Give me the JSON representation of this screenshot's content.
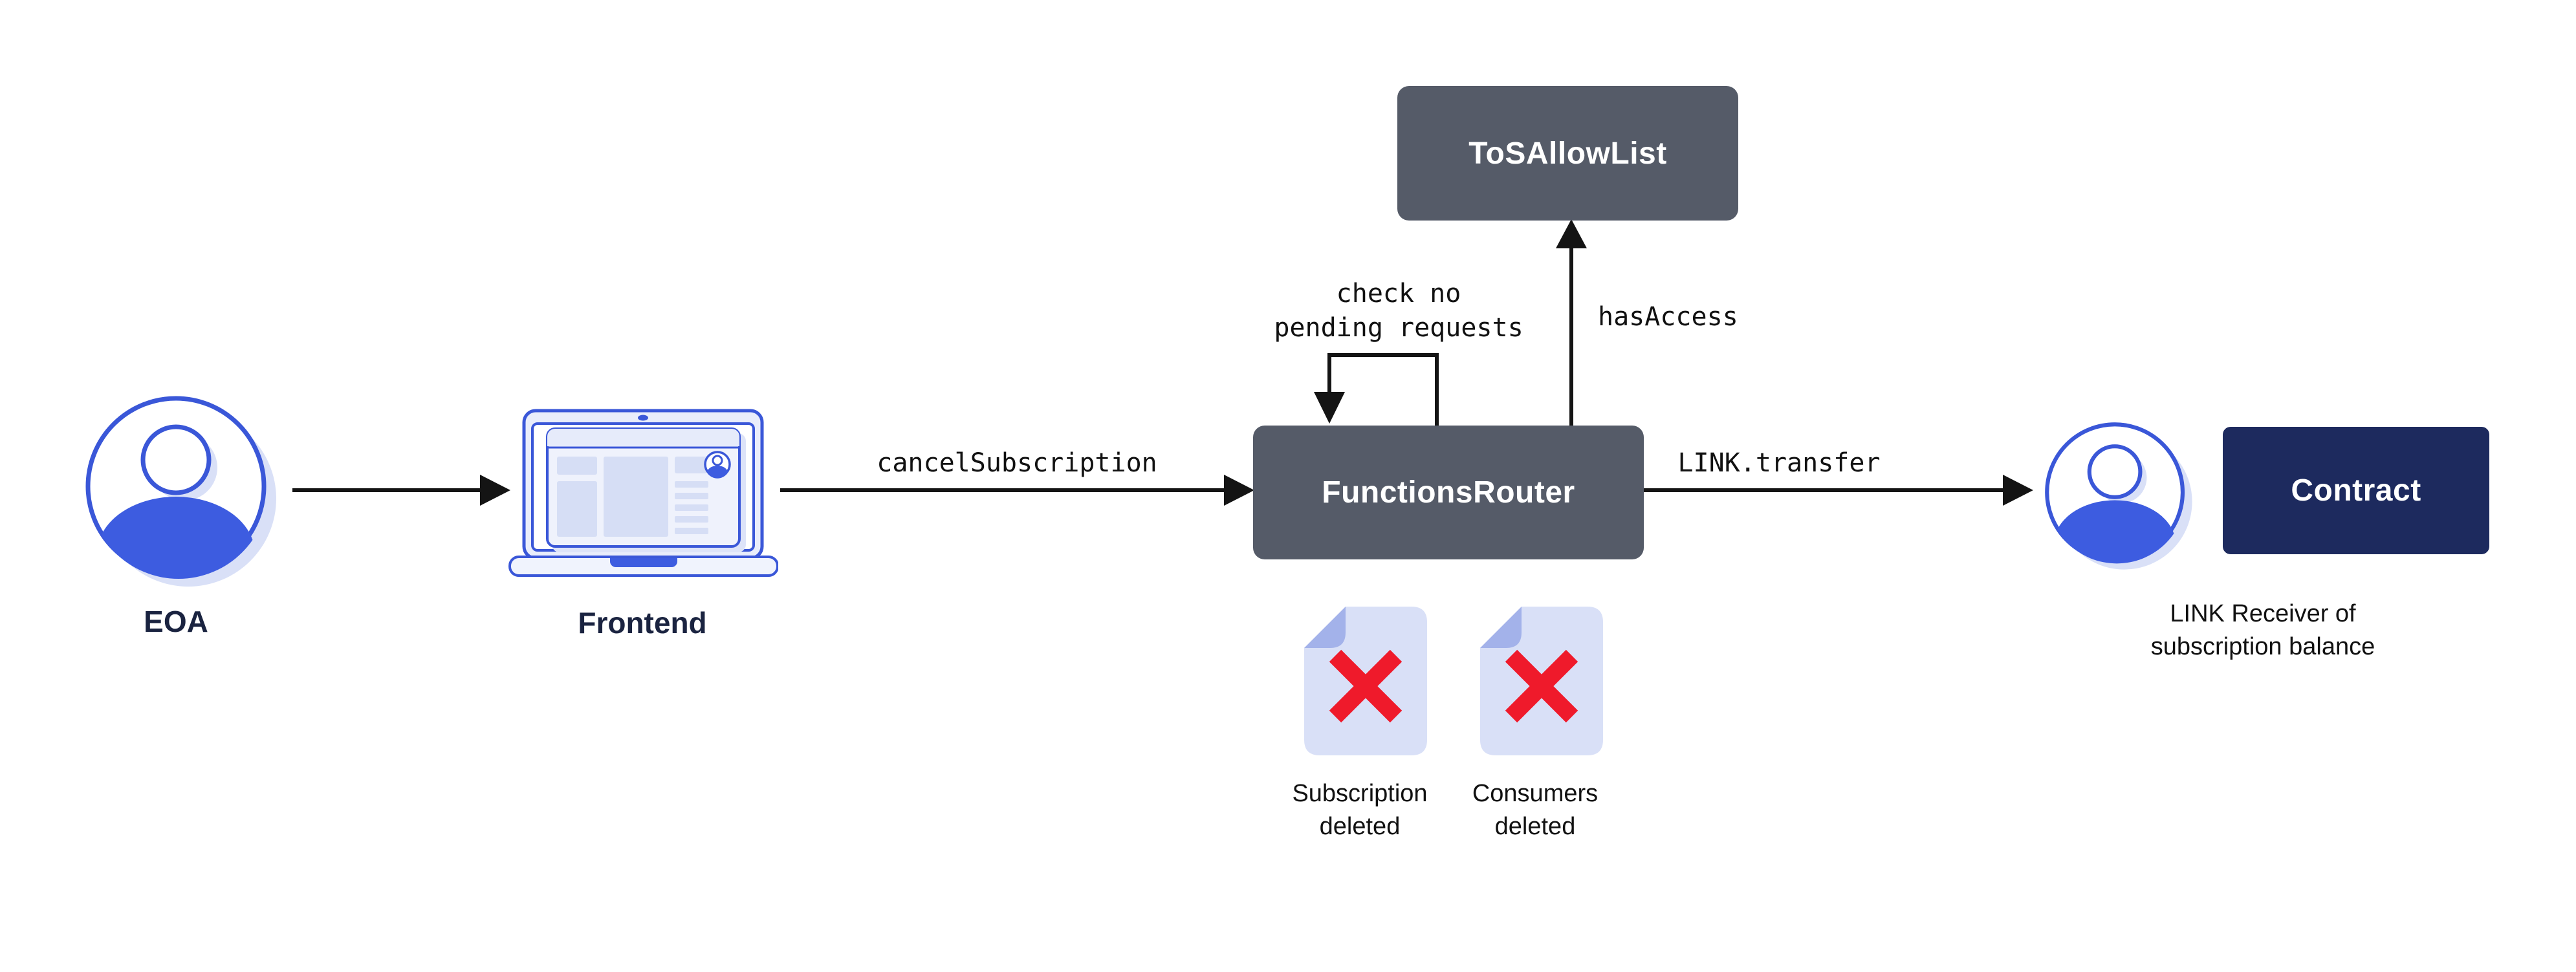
{
  "nodes": {
    "eoa": {
      "label": "EOA"
    },
    "frontend": {
      "label": "Frontend"
    },
    "functions_router": {
      "label": "FunctionsRouter"
    },
    "tos_allow_list": {
      "label": "ToSAllowList"
    },
    "contract": {
      "label": "Contract"
    },
    "link_receiver": {
      "label": "LINK Receiver of\nsubscription balance"
    }
  },
  "edges": {
    "frontend_to_router": {
      "label": "cancelSubscription"
    },
    "router_self_check": {
      "label": "check no\npending requests"
    },
    "router_to_tos": {
      "label": "hasAccess"
    },
    "router_to_receiver": {
      "label": "LINK.transfer"
    }
  },
  "artifacts": {
    "subscription_deleted": {
      "label": "Subscription\ndeleted"
    },
    "consumers_deleted": {
      "label": "Consumers\ndeleted"
    }
  },
  "colors": {
    "box_slate": "#555B68",
    "box_navy": "#1D2A5E",
    "accent_blue_stroke": "#3A57D8",
    "accent_blue_fill": "#3D5CE0",
    "light_lavender": "#D9E0F7",
    "fold_lavender": "#A3B2EA",
    "cross_red": "#EF1A2B",
    "arrow_black": "#141414",
    "label_navy": "#1A2340",
    "background": "#FFFFFF"
  }
}
